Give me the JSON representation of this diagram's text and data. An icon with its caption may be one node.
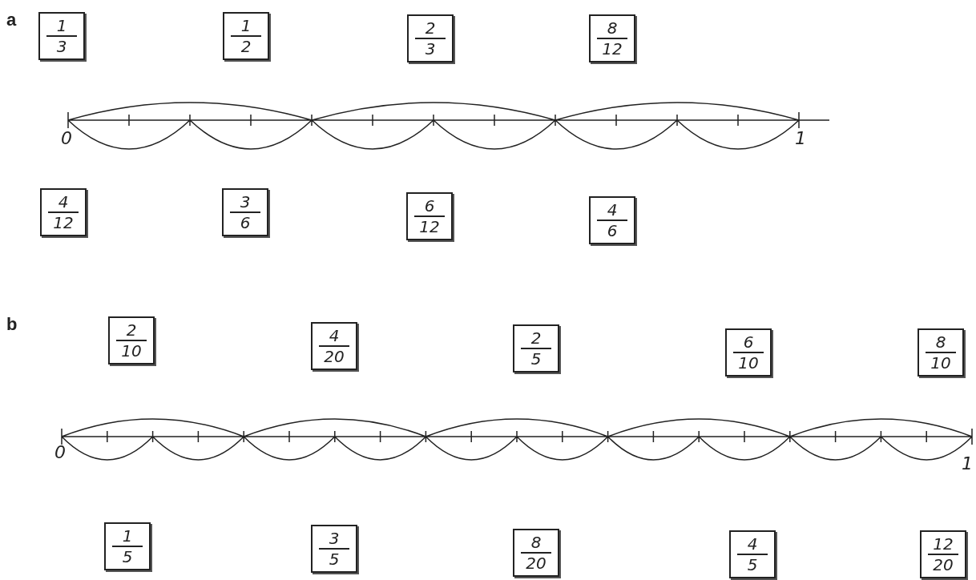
{
  "diagram": {
    "nodes": [
      {
        "text": [
          "1",
          "3"
        ]
      },
      {
        "text": [
          "1",
          "2"
        ]
      },
      {
        "text": [
          "2",
          "3"
        ]
      },
      {
        "text": [
          "8",
          "12"
        ]
      },
      {
        "text": [
          "4",
          "12"
        ]
      },
      {
        "text": [
          "3",
          "6"
        ]
      },
      {
        "text": [
          "6",
          "12"
        ]
      },
      {
        "text": [
          "4",
          "6"
        ]
      },
      {
        "text": [
          "2",
          "10"
        ]
      },
      {
        "text": [
          "4",
          "20"
        ]
      },
      {
        "text": [
          "2",
          "5"
        ]
      },
      {
        "text": [
          "6",
          "10"
        ]
      },
      {
        "text": [
          "8",
          "10"
        ]
      },
      {
        "text": [
          "1",
          "5"
        ]
      },
      {
        "text": [
          "3",
          "5"
        ]
      },
      {
        "text": [
          "8",
          "20"
        ]
      },
      {
        "text": [
          "4",
          "5"
        ]
      },
      {
        "text": [
          "12",
          "20"
        ]
      }
    ],
    "labels": [
      "a",
      "0",
      "1",
      "b",
      "0",
      "1"
    ]
  }
}
